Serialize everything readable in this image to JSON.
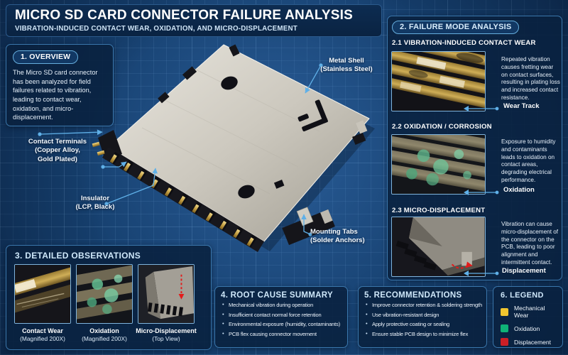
{
  "header": {
    "title": "MICRO SD CARD CONNECTOR FAILURE ANALYSIS",
    "subtitle": "VIBRATION-INDUCED CONTACT WEAR, OXIDATION, AND MICRO-DISPLACEMENT"
  },
  "overview": {
    "heading": "1. OVERVIEW",
    "body": "The Micro SD card connector has been analyzed for field failures related to vibration, leading to contact wear, oxidation, and micro-displacement."
  },
  "diagram": {
    "metal_shell": {
      "line1": "Metal Shell",
      "line2": "(Stainless Steel)"
    },
    "contact_terminals": {
      "line1": "Contact Terminals",
      "line2": "(Copper Alloy,",
      "line3": "Gold Plated)"
    },
    "insulator": {
      "line1": "Insulator",
      "line2": "(LCP, Black)"
    },
    "mounting_tabs": {
      "line1": "Mounting Tabs",
      "line2": "(Solder Anchors)"
    }
  },
  "failure_modes": {
    "heading": "2. FAILURE MODE ANALYSIS",
    "items": [
      {
        "heading": "2.1 VIBRATION-INDUCED CONTACT WEAR",
        "body": "Repeated vibration causes fretting wear on contact surfaces, resulting in plating loss and increased contact resistance.",
        "callout": "Wear Track"
      },
      {
        "heading": "2.2 OXIDATION / CORROSION",
        "body": "Exposure to humidity and contaminants leads to oxidation on contact areas, degrading electrical performance.",
        "callout": "Oxidation"
      },
      {
        "heading": "2.3 MICRO-DISPLACEMENT",
        "body": "Vibration can cause micro-displacement of the connector on the PCB, leading to poor alignment and intermittent contact.",
        "callout": "Displacement"
      }
    ]
  },
  "observations": {
    "heading": "3. DETAILED OBSERVATIONS",
    "items": [
      {
        "caption1": "Contact Wear",
        "caption2": "(Magnified 200X)"
      },
      {
        "caption1": "Oxidation",
        "caption2": "(Magnified 200X)"
      },
      {
        "caption1": "Micro-Displacement",
        "caption2": "(Top View)"
      }
    ]
  },
  "root_cause": {
    "heading": "4. ROOT CAUSE SUMMARY",
    "bullets": [
      "Mechanical vibration during operation",
      "Insufficient contact normal force retention",
      "Environmental exposure (humidity, contaminants)",
      "PCB flex causing connector movement"
    ]
  },
  "recommendations": {
    "heading": "5. RECOMMENDATIONS",
    "bullets": [
      "Improve connector retention & soldering strength",
      "Use vibration-resistant design",
      "Apply protective coating or sealing",
      "Ensure stable PCB design to minimize flex"
    ]
  },
  "legend": {
    "heading": "6. LEGEND",
    "items": [
      {
        "label": "Mechanical Wear",
        "color": "#f0c52f"
      },
      {
        "label": "Oxidation",
        "color": "#0fb377"
      },
      {
        "label": "Displacement",
        "color": "#cc1f26"
      }
    ]
  },
  "colors": {
    "accent_callout": "#5fb0e8",
    "panel_border": "#3a77ad"
  }
}
